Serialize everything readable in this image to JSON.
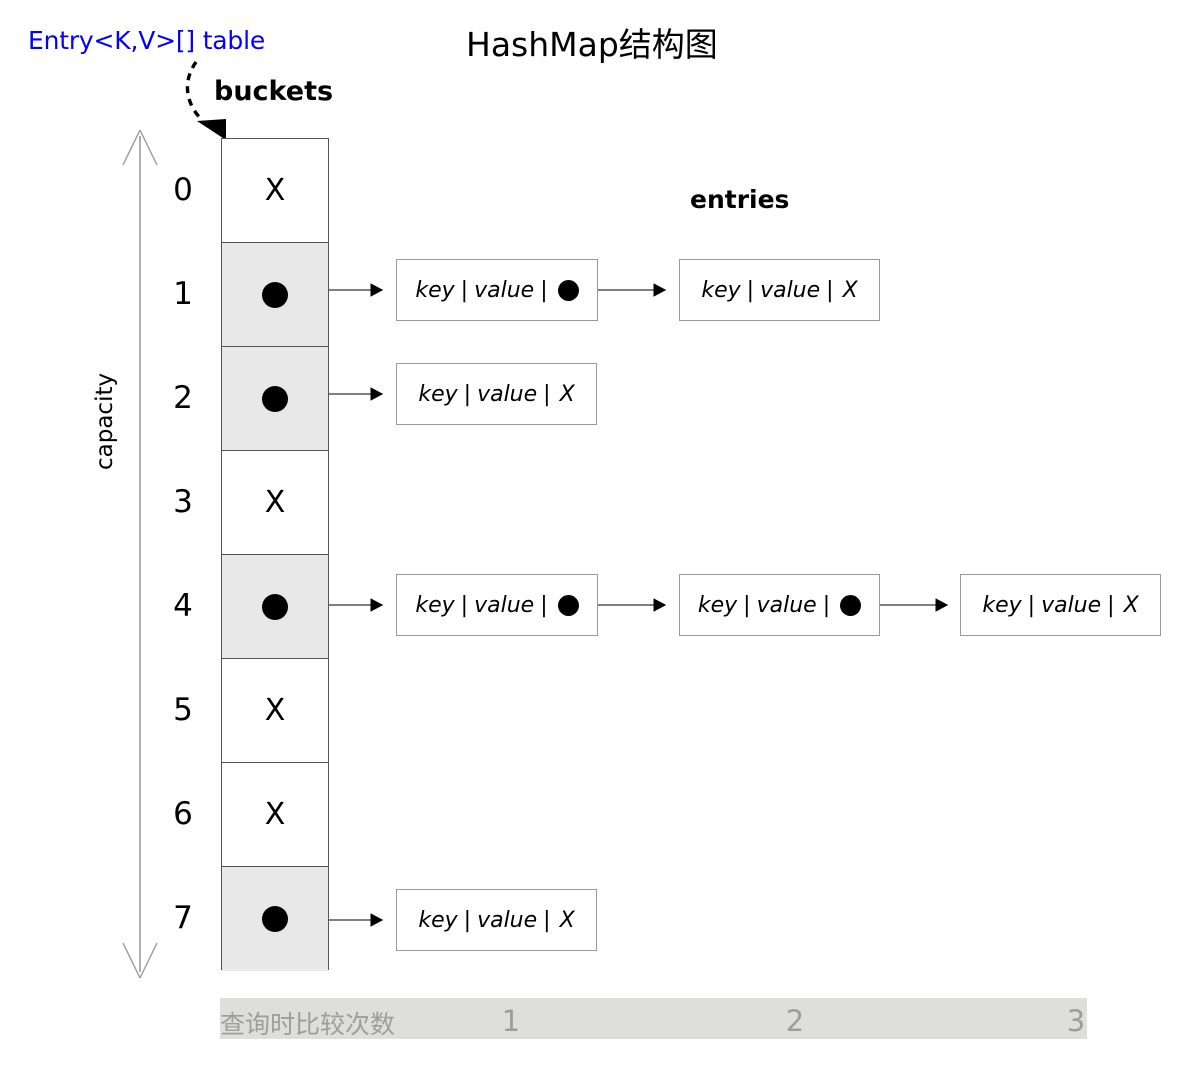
{
  "diagram": {
    "title": "HashMap结构图",
    "table_label": "Entry<K,V>[] table",
    "buckets_label": "buckets",
    "entries_label": "entries",
    "capacity_label": "capacity",
    "colors": {
      "table_label": "#0000ff",
      "bucket_fill": "#e8e8e8",
      "bucket_border": "#555555",
      "entry_border": "#9a9a9a",
      "footer_bar": "#dededc",
      "footer_text": "#9d9d9d"
    },
    "entry_parts": {
      "key": "key",
      "separator": "|",
      "value": "value",
      "terminator": "X",
      "pointer_icon": "filled-circle"
    },
    "empty_marker": "X",
    "buckets": [
      {
        "index": "0",
        "state": "empty",
        "marker": "X",
        "entries": []
      },
      {
        "index": "1",
        "state": "filled",
        "marker": "filled-circle",
        "entries": [
          {
            "key": "key",
            "value": "value",
            "next": "filled-circle"
          },
          {
            "key": "key",
            "value": "value",
            "next": "X"
          }
        ]
      },
      {
        "index": "2",
        "state": "filled",
        "marker": "filled-circle",
        "entries": [
          {
            "key": "key",
            "value": "value",
            "next": "X"
          }
        ]
      },
      {
        "index": "3",
        "state": "empty",
        "marker": "X",
        "entries": []
      },
      {
        "index": "4",
        "state": "filled",
        "marker": "filled-circle",
        "entries": [
          {
            "key": "key",
            "value": "value",
            "next": "filled-circle"
          },
          {
            "key": "key",
            "value": "value",
            "next": "filled-circle"
          },
          {
            "key": "key",
            "value": "value",
            "next": "X"
          }
        ]
      },
      {
        "index": "5",
        "state": "empty",
        "marker": "X",
        "entries": []
      },
      {
        "index": "6",
        "state": "empty",
        "marker": "X",
        "entries": []
      },
      {
        "index": "7",
        "state": "filled",
        "marker": "filled-circle",
        "entries": [
          {
            "key": "key",
            "value": "value",
            "next": "X"
          }
        ]
      }
    ]
  },
  "footer": {
    "label": "查询时比较次数",
    "counts": [
      "1",
      "2",
      "3"
    ]
  }
}
